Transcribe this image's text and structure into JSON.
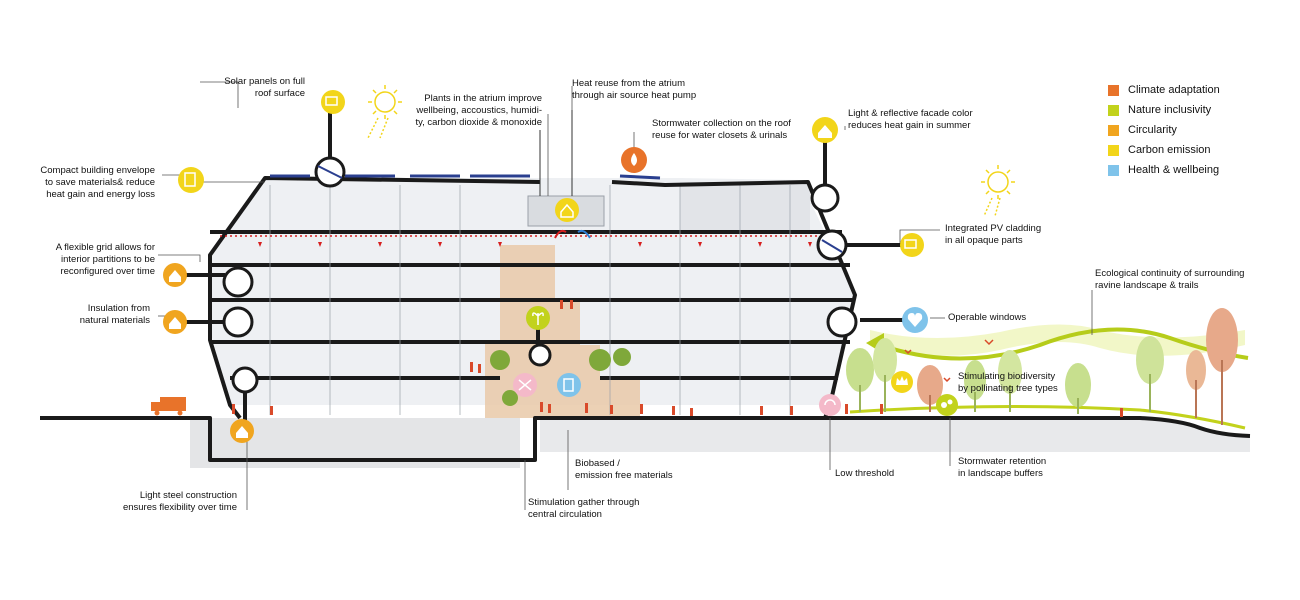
{
  "colors": {
    "climate": "#e8732a",
    "nature": "#c2d21c",
    "circularity": "#f0a51f",
    "carbon": "#f2d51a",
    "health": "#7fc3ea"
  },
  "legend": [
    {
      "label": "Climate adaptation",
      "color": "#e8732a"
    },
    {
      "label": "Nature inclusivity",
      "color": "#c2d21c"
    },
    {
      "label": "Circularity",
      "color": "#f0a51f"
    },
    {
      "label": "Carbon emission",
      "color": "#f2d51a"
    },
    {
      "label": "Health & wellbeing",
      "color": "#7fc3ea"
    }
  ],
  "labels": {
    "solar": "Solar panels on full\nroof surface",
    "compact": "Compact building envelope\nto save materials& reduce\nheat gain and energy loss",
    "grid": "A flexible grid allows for\ninterior partitions to be\nreconfigured over time",
    "insulation": "Insulation from\nnatural materials",
    "steel": "Light steel construction\nensures flexibility over time",
    "plants": "Plants in the atrium improve\nwellbeing, accoustics, humidi-\nty, carbon dioxide & monoxide",
    "heat_reuse": "Heat reuse from the atrium\nthrough air source heat pump",
    "stormwater_roof": "Stormwater collection on the roof\nreuse for water closets & urinals",
    "facade": "Light & reflective facade color\nreduces heat gain in summer",
    "pv": "Integrated PV cladding\nin all opaque parts",
    "ecological": "Ecological continuity of surrounding\nravine landscape & trails",
    "windows": "Operable windows",
    "biodiversity": "Stimulating biodiversity\nby pollinating tree types",
    "biobased": "Biobased /\nemission free materials",
    "gather": "Stimulation gather through\ncentral circulation",
    "threshold": "Low threshold",
    "retention": "Stormwater retention\nin landscape buffers"
  },
  "icons": {
    "solar": "solar-panel-icon",
    "compact": "document-pencil-icon",
    "grid": "house-icon",
    "insulation": "house-icon",
    "steel": "house-icon",
    "plants": "leaf-plant-icon",
    "heat_reuse": "heat-house-icon",
    "stormwater_roof": "water-recycle-icon",
    "facade": "house-sun-icon",
    "pv": "solar-panel-icon",
    "windows": "heart-icon",
    "biodiversity": "bee-crown-icon",
    "biobased": "document-pencil-icon",
    "gather": "people-network-icon",
    "threshold": "accessibility-icon",
    "retention": "water-drops-icon"
  }
}
